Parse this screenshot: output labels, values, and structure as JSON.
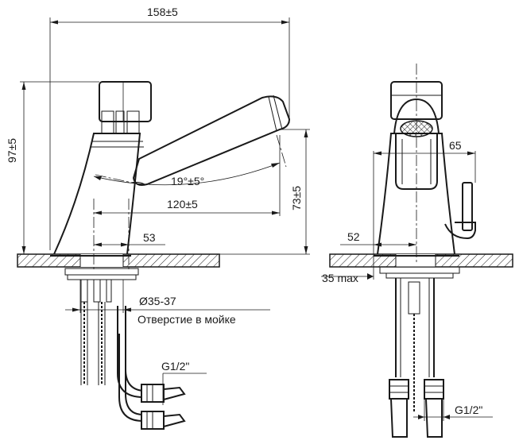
{
  "colors": {
    "line": "#1a1a1a",
    "background": "#ffffff"
  },
  "side_view": {
    "dim_width": "158±5",
    "dim_height": "97±5",
    "dim_angle": "19°±5°",
    "dim_reach": "120±5",
    "dim_spout_height": "73±5",
    "dim_base": "53",
    "dim_hole": "Ø35-37",
    "hole_note": "Отверстие в мойке",
    "thread": "G1/2\""
  },
  "front_view": {
    "dim_65": "65",
    "dim_52": "52",
    "dim_35max": "35 max",
    "thread": "G1/2\""
  }
}
